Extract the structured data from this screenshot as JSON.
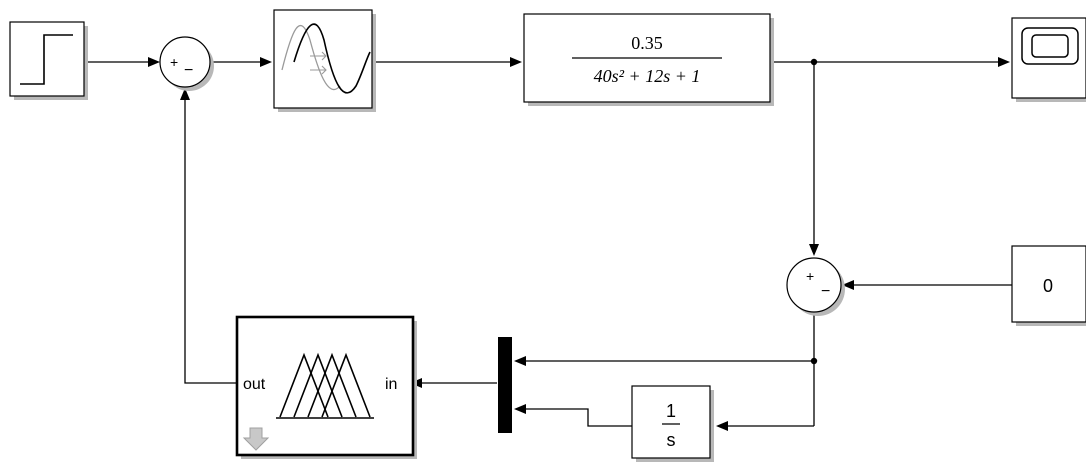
{
  "blocks": {
    "step": {},
    "sum_top": {
      "plus": "+",
      "minus": "−"
    },
    "wave_block": {},
    "transfer_fcn": {
      "numerator": "0.35",
      "denominator": "40s² + 12s + 1"
    },
    "scope": {},
    "sum_mid": {
      "plus": "+",
      "minus": "−"
    },
    "constant": {
      "value": "0"
    },
    "fuzzy_controller": {
      "out_label": "out",
      "in_label": "in"
    },
    "integrator": {
      "numerator": "1",
      "denominator": "s"
    },
    "mux": {}
  },
  "colors": {
    "line": "#000000",
    "block_fill": "#ffffff",
    "shadow": "#b8b8b8",
    "wave_gray": "#9a9a9a"
  }
}
